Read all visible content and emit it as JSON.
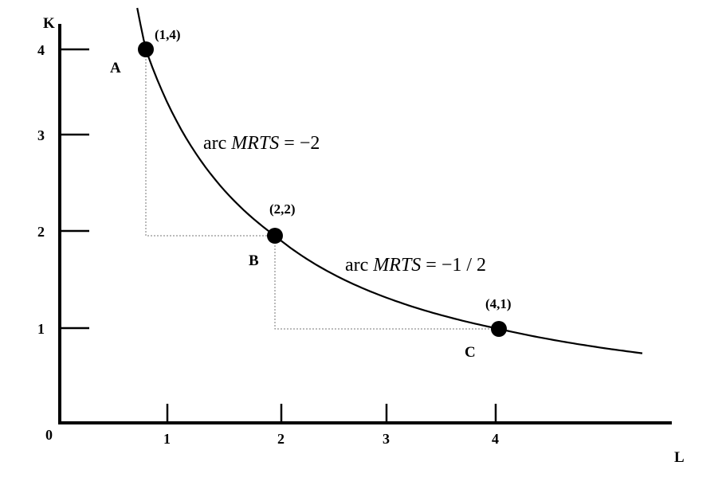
{
  "chart_data": {
    "type": "line",
    "xlabel": "L",
    "ylabel": "K",
    "origin_label": "0",
    "x_ticks": [
      {
        "value": 1,
        "label": "1"
      },
      {
        "value": 2,
        "label": "2"
      },
      {
        "value": 3,
        "label": "3"
      },
      {
        "value": 4,
        "label": "4"
      }
    ],
    "y_ticks": [
      {
        "value": 1,
        "label": "1"
      },
      {
        "value": 2,
        "label": "2"
      },
      {
        "value": 3,
        "label": "3"
      },
      {
        "value": 4,
        "label": "4"
      }
    ],
    "curve": {
      "equation": "K = 4 / L",
      "x_range": [
        0.9,
        5.4
      ]
    },
    "points": [
      {
        "name": "A",
        "label": "A",
        "coord_label": "(1,4)",
        "x": 1,
        "y": 4
      },
      {
        "name": "B",
        "label": "B",
        "coord_label": "(2,2)",
        "x": 2,
        "y": 2
      },
      {
        "name": "C",
        "label": "C",
        "coord_label": "(4,1)",
        "x": 4,
        "y": 1
      }
    ],
    "annotations": [
      {
        "id": "arc1",
        "prefix": "arc ",
        "italic": "MRTS",
        "suffix": " = −2"
      },
      {
        "id": "arc2",
        "prefix": "arc ",
        "italic": "MRTS",
        "suffix": " = −1 / 2"
      }
    ],
    "grid": false
  }
}
